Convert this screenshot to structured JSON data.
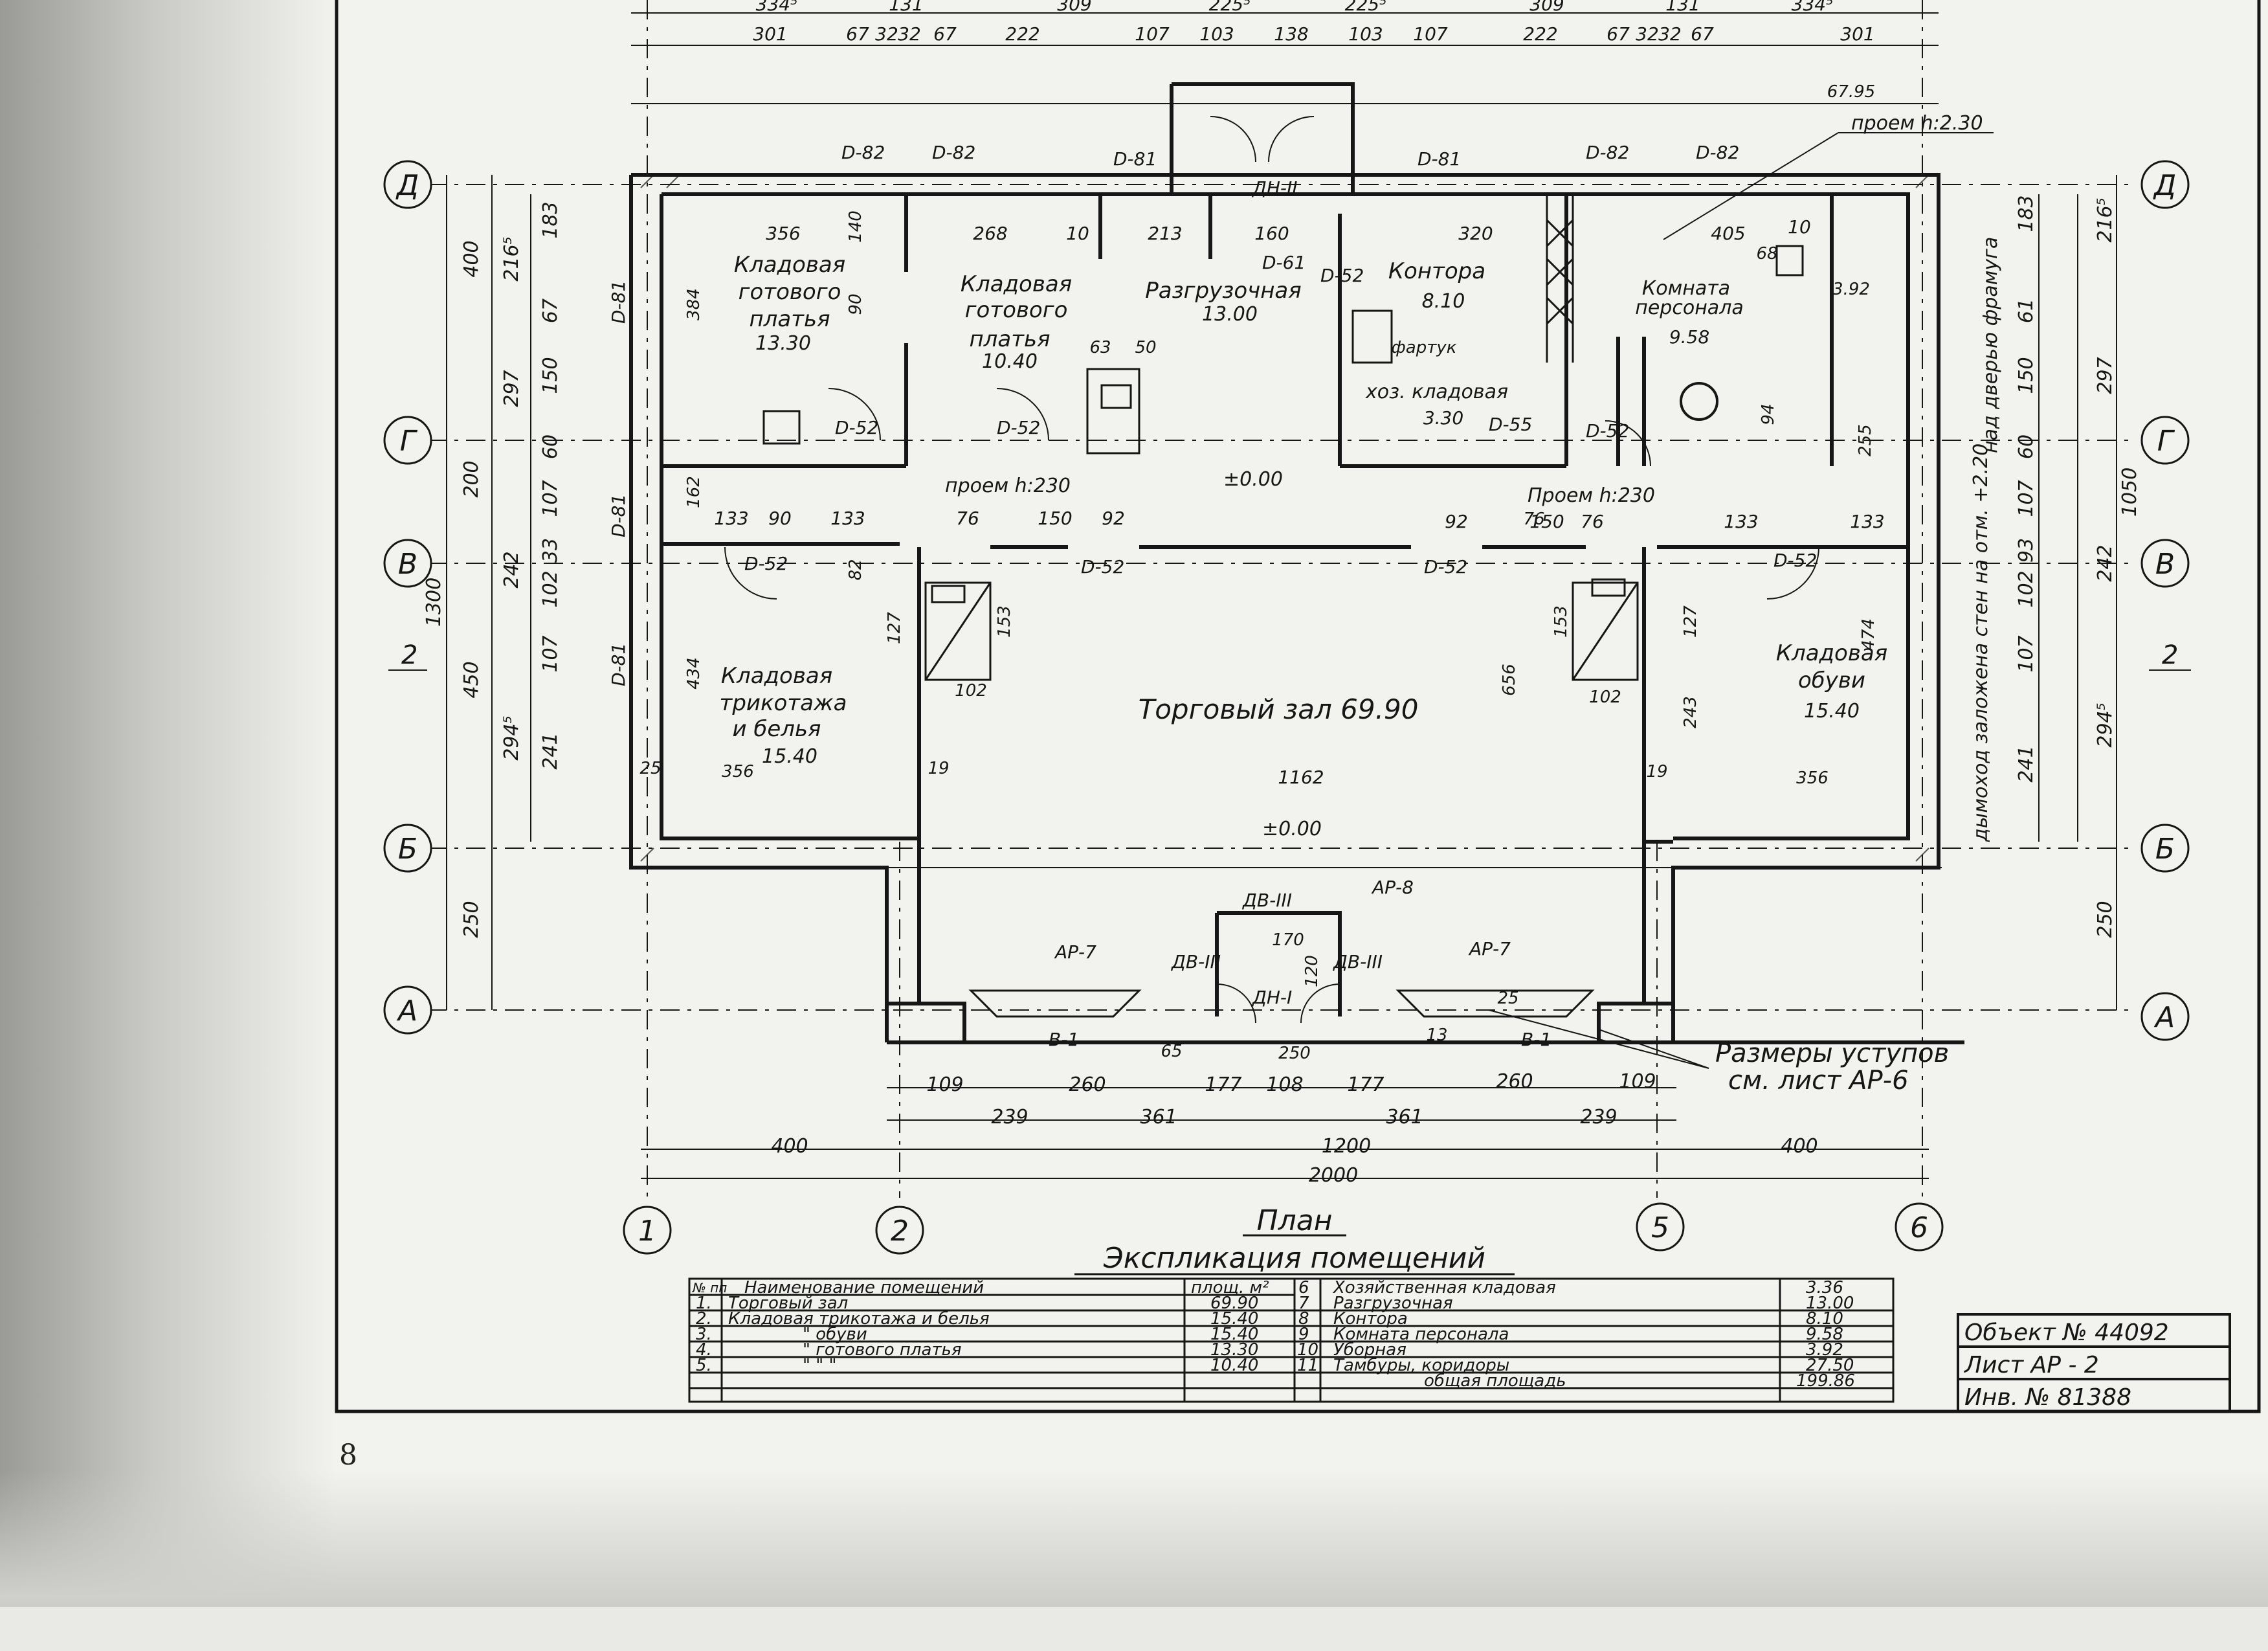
{
  "page_number": "8",
  "plan_title": "План",
  "explication_title": "Экспликация помещений",
  "axes": {
    "columns": [
      "1",
      "2",
      "5",
      "6"
    ],
    "rows": [
      "Д",
      "Г",
      "В",
      "Б",
      "А"
    ]
  },
  "rooms": {
    "trade_hall": "Торговый зал 69.90",
    "storage_ready_1": [
      "Кладовая",
      "готового",
      "платья",
      "13.30"
    ],
    "storage_ready_2": [
      "Кладовая",
      "готового",
      "платья",
      "10.40"
    ],
    "unloading": [
      "Разгрузочная",
      "13.00"
    ],
    "office": [
      "Контора",
      "8.10"
    ],
    "staff_room": [
      "Комната",
      "персонала",
      "9.58"
    ],
    "household": [
      "хоз. кладовая",
      "3.30"
    ],
    "toilet": "3.92",
    "knitwear": [
      "Кладовая",
      "трикотажа",
      "и белья",
      "15.40"
    ],
    "shoes": [
      "Кладовая",
      "обуви",
      "15.40"
    ],
    "fartuk": "фартук"
  },
  "notes": {
    "opening_top": "проем h:2.30",
    "opening_mid_1": "проем h:230",
    "opening_mid_2": "Проем h:230",
    "zero_1": "±0.00",
    "zero_2": "±0.00",
    "vent": "над дверью фрамуга",
    "chimney": "дымоход заложена стен на отм. +2.20",
    "steps_1": "Размеры уступов",
    "steps_2": "см. лист АР-6",
    "section": "2"
  },
  "marks": {
    "d82": "D-82",
    "d81": "D-81",
    "d52": "D-52",
    "d61": "D-61",
    "d55": "D-55",
    "dn2": "ДН-II",
    "dn1": "ДН-I",
    "db3": "ДВ-III",
    "ap7": "АР-7",
    "ap8": "АР-8",
    "b1": "В-1"
  },
  "dims": {
    "top1": [
      "334⁵",
      "131",
      "309",
      "225⁵",
      "225⁵",
      "309",
      "131",
      "334⁵"
    ],
    "top2": [
      "301",
      "67",
      "32",
      "32",
      "67",
      "222",
      "107",
      "103",
      "138",
      "103",
      "107",
      "222",
      "67",
      "32",
      "32",
      "67",
      "301"
    ],
    "top_inner": [
      "356",
      "268",
      "10",
      "213",
      "160",
      "320",
      "405",
      "10"
    ],
    "bottom1": [
      "109",
      "260",
      "177",
      "108",
      "177",
      "260",
      "109"
    ],
    "bottom2": [
      "239",
      "361",
      "361",
      "239"
    ],
    "bottom3": [
      "400",
      "1200",
      "400"
    ],
    "bottom4": "2000",
    "mid": [
      "133",
      "90",
      "133",
      "76",
      "150",
      "92",
      "92",
      "150",
      "76",
      "133",
      "133"
    ],
    "hall_width": "1162",
    "left_outer": [
      "400",
      "200",
      "450",
      "250"
    ],
    "left_total": "1300",
    "left_inner": [
      "216⁵",
      "297",
      "242",
      "294⁵"
    ],
    "left_small": [
      "183",
      "67",
      "150",
      "60",
      "107",
      "33",
      "102",
      "107",
      "241"
    ],
    "right_outer": [
      "216⁵",
      "297",
      "242",
      "294⁵",
      "250"
    ],
    "right_total": "1050",
    "right_inner": [
      "183",
      "61",
      "150",
      "60",
      "107",
      "93",
      "102",
      "107",
      "241"
    ],
    "misc": [
      "384",
      "140",
      "90",
      "162",
      "434",
      "127",
      "82",
      "153",
      "102",
      "656",
      "153",
      "102",
      "474",
      "127",
      "243",
      "356",
      "356",
      "25",
      "19",
      "19",
      "170",
      "120",
      "250",
      "65",
      "25",
      "13",
      "63",
      "50",
      "68",
      "94",
      "255",
      "76",
      "67.95"
    ]
  },
  "explication": {
    "header": [
      "№ пп",
      "Наименование помещений",
      "площ. м²"
    ],
    "rows_left": [
      [
        "1.",
        "Торговый зал",
        "69.90"
      ],
      [
        "2.",
        "Кладовая трикотажа и белья",
        "15.40"
      ],
      [
        "3.",
        "\"      обуви",
        "15.40"
      ],
      [
        "4.",
        "\"      готового платья",
        "13.30"
      ],
      [
        "5.",
        "\"      \"       \"",
        "10.40"
      ]
    ],
    "rows_right": [
      [
        "6",
        "Хозяйственная кладовая",
        "3.36"
      ],
      [
        "7",
        "Разгрузочная",
        "13.00"
      ],
      [
        "8",
        "Контора",
        "8.10"
      ],
      [
        "9",
        "Комната персонала",
        "9.58"
      ],
      [
        "10",
        "Уборная",
        "3.92"
      ],
      [
        "11",
        "Тамбуры, коридоры",
        "27.50"
      ]
    ],
    "total_label": "общая площадь",
    "total_value": "199.86"
  },
  "stamp": {
    "object": "Объект № 44092",
    "sheet": "Лист АР - 2",
    "inv": "Инв. № 81388"
  },
  "colors": {
    "ink": "#161616",
    "paper": "#f2f2ee",
    "shadow": "#9a9a97"
  }
}
